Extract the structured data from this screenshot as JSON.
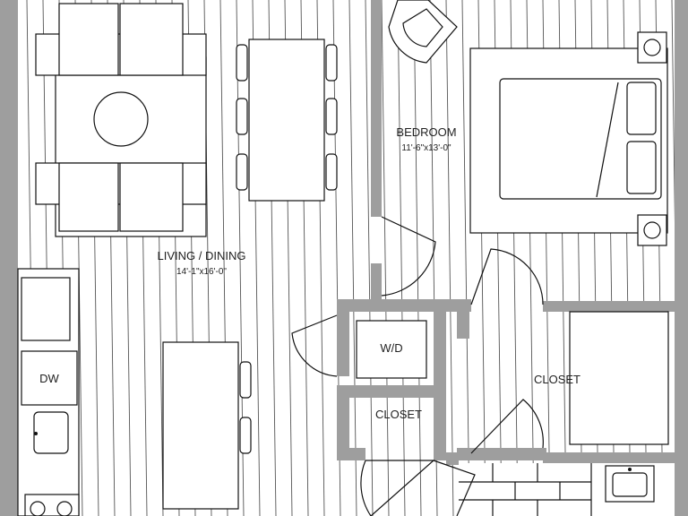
{
  "rooms": {
    "bedroom": {
      "name": "BEDROOM",
      "dims": "11'-6\"x13'-0\""
    },
    "living": {
      "name": "LIVING / DINING",
      "dims": "14'-1\"x16'-0\""
    },
    "closet_large": {
      "name": "CLOSET"
    },
    "closet_small": {
      "name": "CLOSET"
    },
    "laundry": {
      "name": "W/D"
    },
    "dishwasher": {
      "name": "DW"
    }
  },
  "colors": {
    "wall": "#9e9e9e",
    "line": "#111111",
    "background": "#ffffff"
  }
}
